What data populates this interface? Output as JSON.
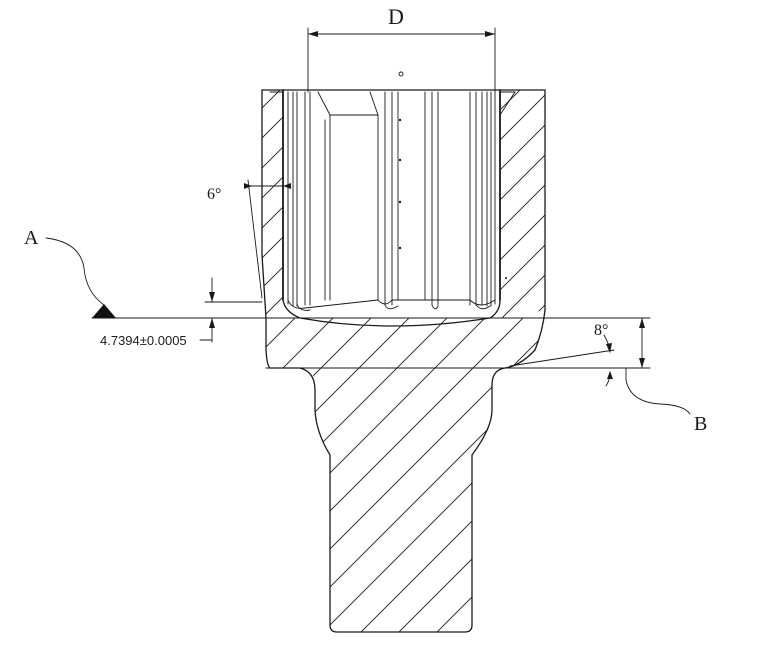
{
  "labels": {
    "dimension_d": "D",
    "datum_a": "A",
    "datum_b": "B",
    "angle_left": "6°",
    "angle_right": "8°",
    "height_tolerance": "4.7394±0.0005"
  }
}
